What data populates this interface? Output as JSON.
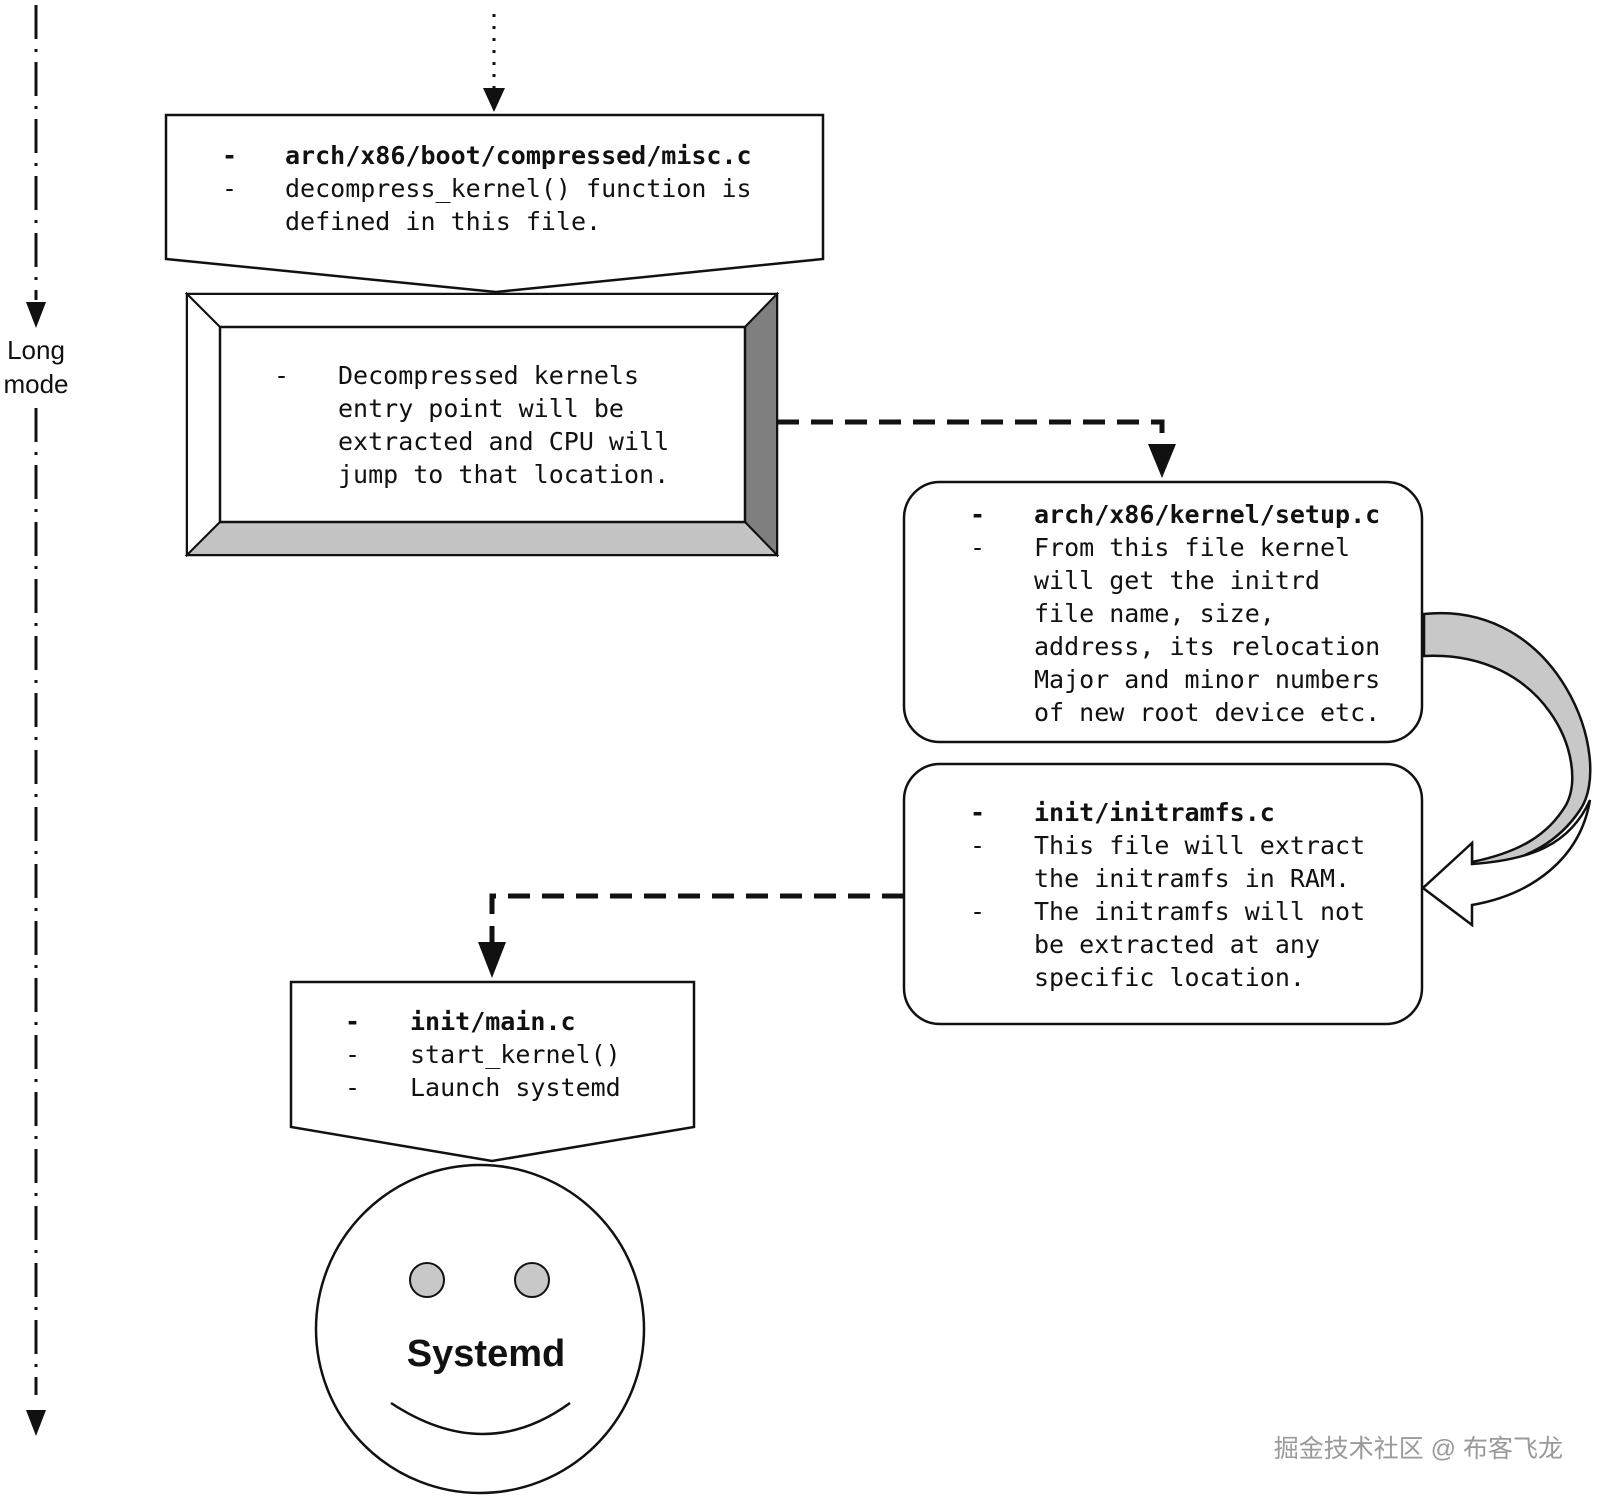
{
  "colors": {
    "stroke": "#111111",
    "fill_white": "#ffffff",
    "bevel_dark": "#7f7f7f",
    "bevel_light": "#c4c4c4",
    "curve_fill": "#c8c8c8",
    "eye_fill": "#c8c8c8",
    "watermark": "#9a9a9a"
  },
  "timeline": {
    "label_line1": "Long",
    "label_line2": "mode"
  },
  "misc_box": {
    "bullet1": "-",
    "file": "arch/x86/boot/compressed/misc.c",
    "bullet2": "-",
    "line1": "decompress_kernel() function is",
    "line2": "defined in this file."
  },
  "decompress_box": {
    "bullet": "-",
    "line1": "Decompressed kernels",
    "line2": "entry point will be",
    "line3": "extracted and CPU will",
    "line4": "jump to that location."
  },
  "setup_box": {
    "bullet1": "-",
    "file": "arch/x86/kernel/setup.c",
    "bullet2": "-",
    "line1": "From this file kernel",
    "line2": "will get the initrd",
    "line3": "file name, size,",
    "line4": "address, its relocation",
    "line5": "Major and minor numbers",
    "line6": "of new root device etc."
  },
  "initramfs_box": {
    "bullet1": "-",
    "file": "init/initramfs.c",
    "bullet2": "-",
    "line1": "This file will extract",
    "line2": "the initramfs in RAM.",
    "bullet3": "-",
    "line3": "The initramfs will not",
    "line4": "be extracted at any",
    "line5": "specific location."
  },
  "main_box": {
    "bullet1": "-",
    "file": "init/main.c",
    "bullet2": "-",
    "line1": "start_kernel()",
    "bullet3": "-",
    "line2": "Launch systemd"
  },
  "systemd_face": {
    "label": "Systemd"
  },
  "watermark": {
    "text": "掘金技术社区 @ 布客飞龙"
  }
}
